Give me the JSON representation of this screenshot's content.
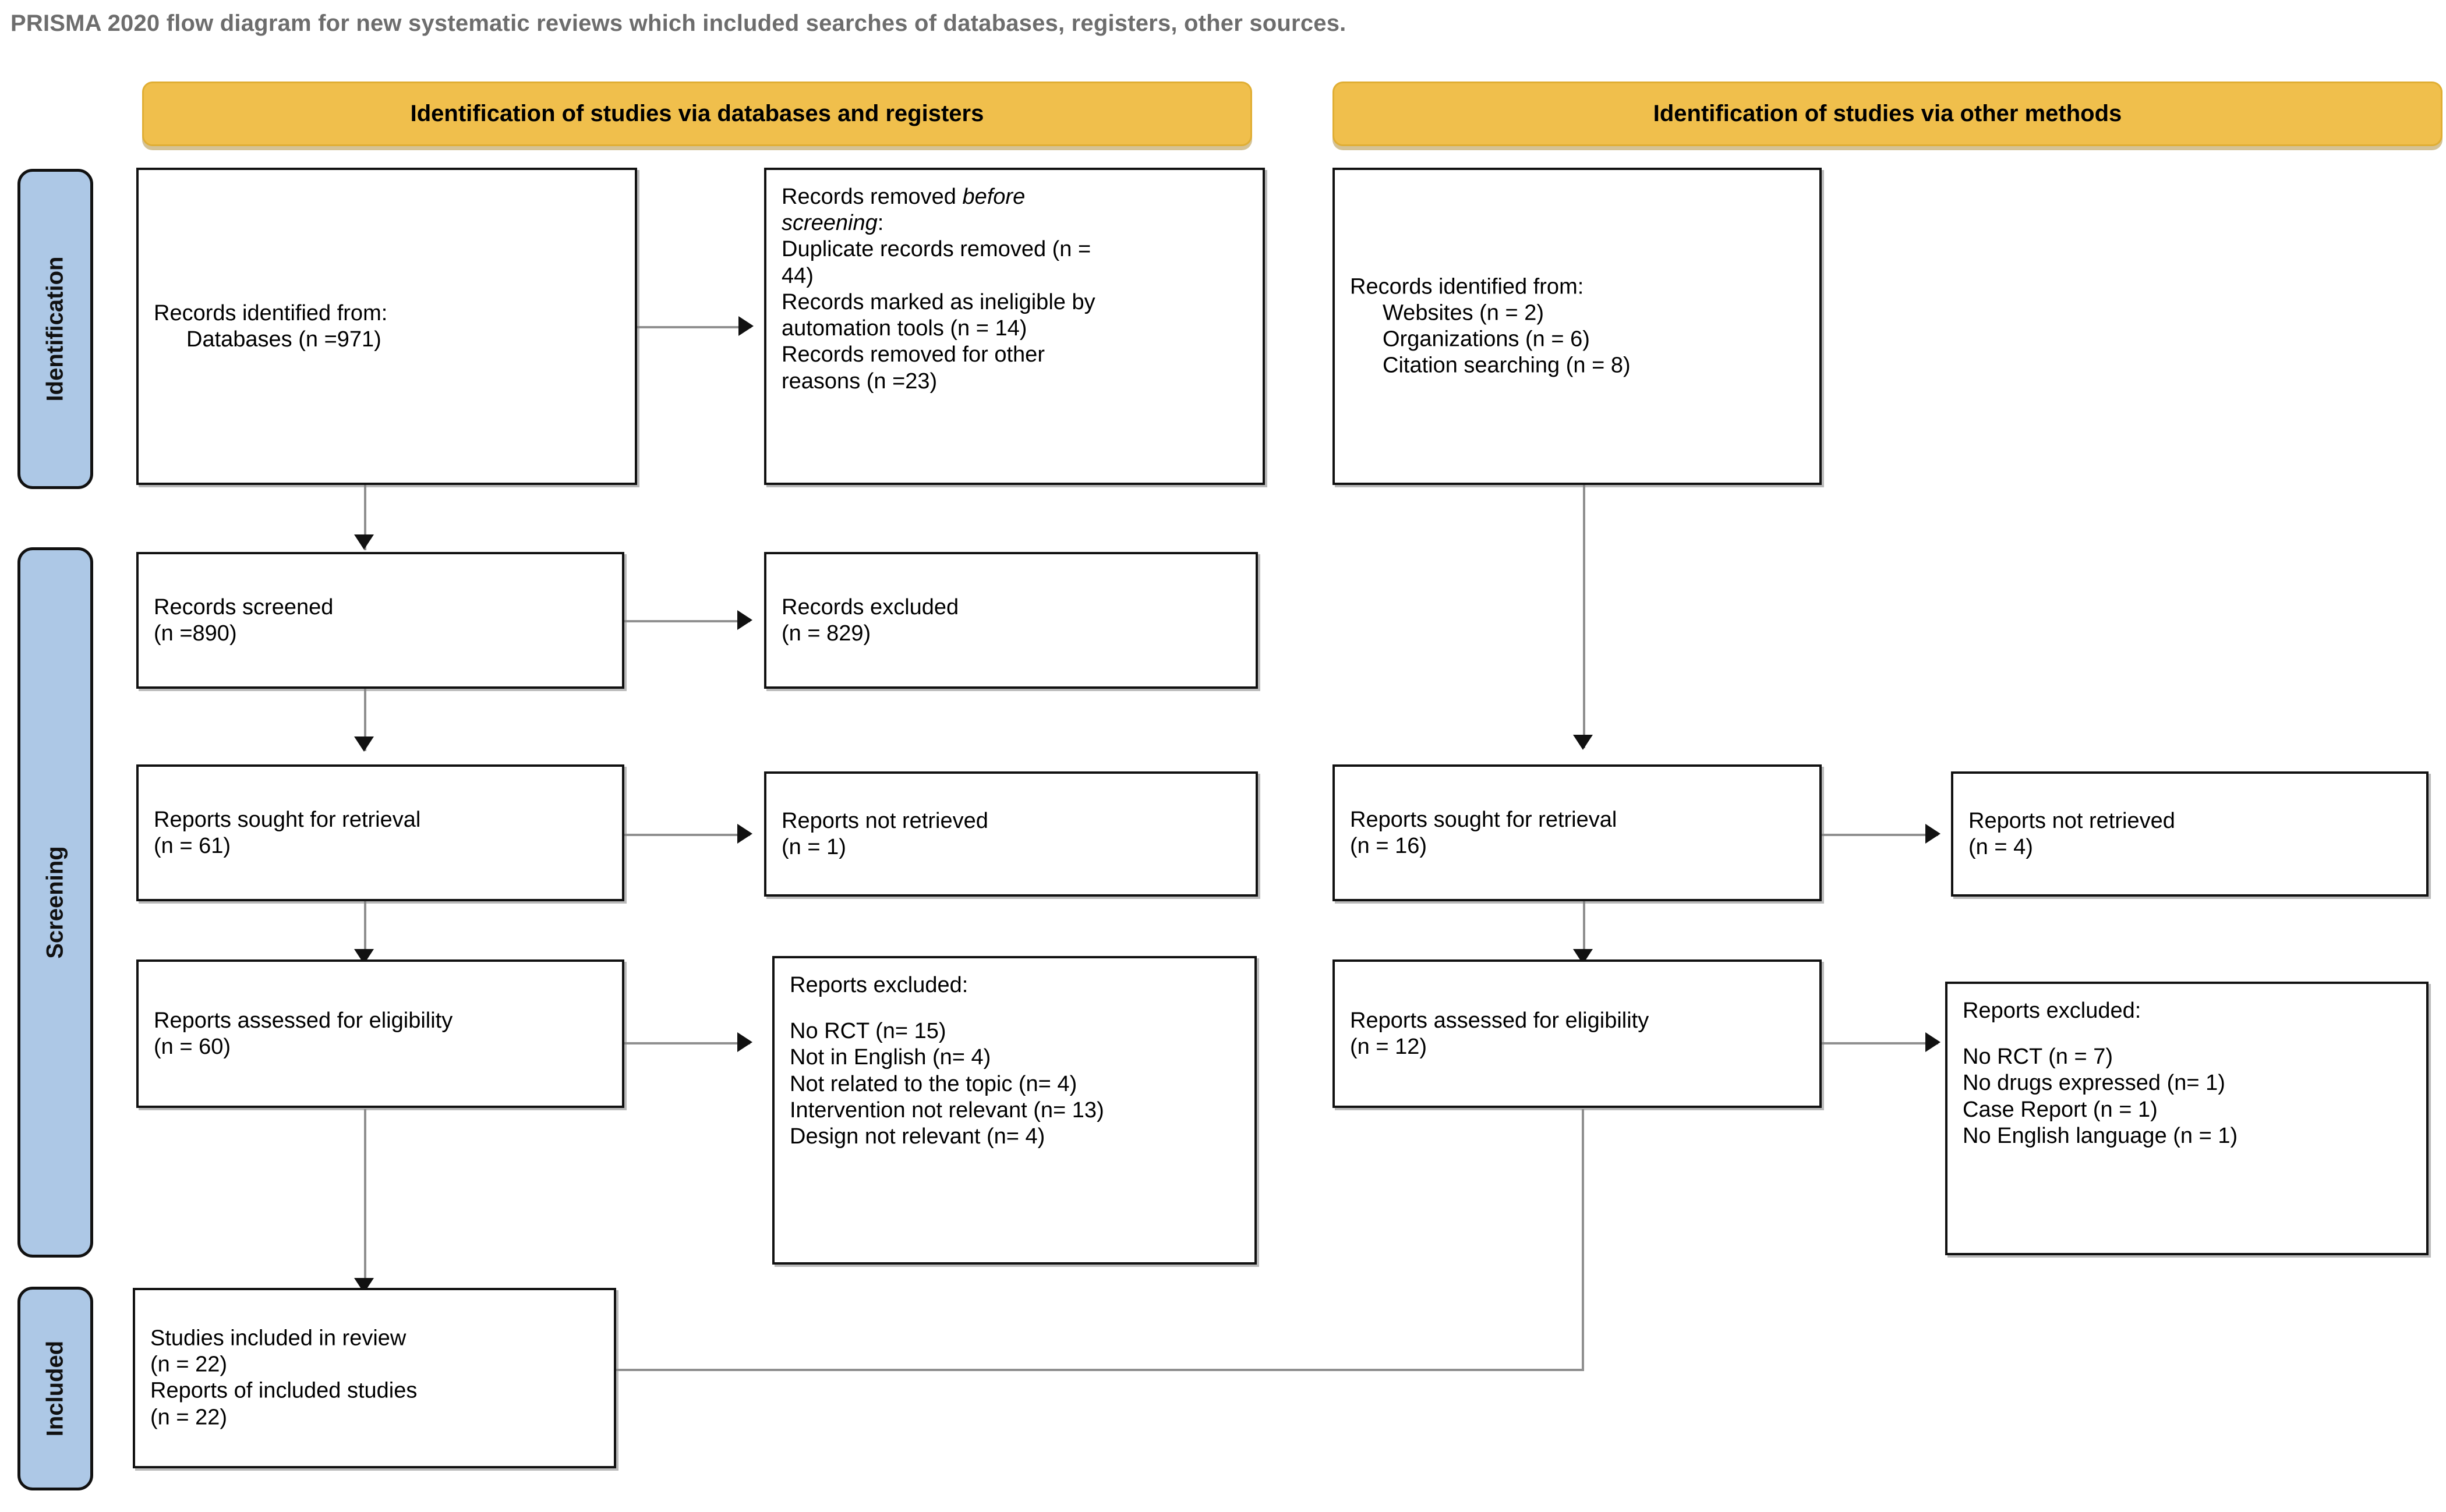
{
  "caption": "PRISMA 2020 flow diagram for new systematic reviews which included searches of databases, registers, other sources.",
  "banners": {
    "left": "Identification of studies via databases and registers",
    "right": "Identification of studies via other methods"
  },
  "phases": {
    "identification": "Identification",
    "screening": "Screening",
    "included": "Included"
  },
  "chart_data": {
    "type": "diagram",
    "title": "PRISMA 2020 flow diagram",
    "nodes": [
      {
        "id": "db-identified",
        "column": "databases",
        "phase": "Identification",
        "label": "Records identified from:\n    Databases (n =971)",
        "n": 971
      },
      {
        "id": "db-removed",
        "column": "databases",
        "phase": "Identification",
        "label": "Records removed before screening: Duplicate records removed (n = 44); Records marked as ineligible by automation tools (n = 14); Records removed for other reasons (n =23)"
      },
      {
        "id": "records-screened",
        "column": "databases",
        "phase": "Screening",
        "label": "Records screened (n =890)",
        "n": 890
      },
      {
        "id": "records-excluded",
        "column": "databases",
        "phase": "Screening",
        "label": "Records excluded (n = 829)",
        "n": 829
      },
      {
        "id": "sought-left",
        "column": "databases",
        "phase": "Screening",
        "label": "Reports sought for retrieval (n = 61)",
        "n": 61
      },
      {
        "id": "notretrieved-left",
        "column": "databases",
        "phase": "Screening",
        "label": "Reports not retrieved (n = 1)",
        "n": 1
      },
      {
        "id": "assessed-left",
        "column": "databases",
        "phase": "Screening",
        "label": "Reports assessed for eligibility (n = 60)",
        "n": 60
      },
      {
        "id": "excluded-left",
        "column": "databases",
        "phase": "Screening",
        "label": "Reports excluded: No RCT (n= 15); Not in English (n= 4); Not related to the topic (n= 4); Intervention not relevant (n= 13); Design not relevant (n= 4)"
      },
      {
        "id": "other-identified",
        "column": "other",
        "phase": "Identification",
        "label": "Records identified from: Websites (n = 2); Organizations (n = 6); Citation searching (n = 8)"
      },
      {
        "id": "sought-right",
        "column": "other",
        "phase": "Screening",
        "label": "Reports sought for retrieval (n = 16)",
        "n": 16
      },
      {
        "id": "notretrieved-right",
        "column": "other",
        "phase": "Screening",
        "label": "Reports not retrieved (n = 4)",
        "n": 4
      },
      {
        "id": "assessed-right",
        "column": "other",
        "phase": "Screening",
        "label": "Reports assessed for eligibility (n = 12)",
        "n": 12
      },
      {
        "id": "excluded-right",
        "column": "other",
        "phase": "Screening",
        "label": "Reports excluded: No RCT (n = 7); No drugs expressed (n= 1); Case Report (n = 1); No English language (n = 1)"
      },
      {
        "id": "included",
        "column": "merged",
        "phase": "Included",
        "label": "Studies included in review (n = 22); Reports of included studies (n = 22)",
        "n": 22
      }
    ],
    "counts": {
      "databases_records": 971,
      "duplicates_removed": 44,
      "ineligible_automation": 14,
      "removed_other_reasons": 23,
      "records_screened": 890,
      "records_excluded": 829,
      "reports_sought_db": 61,
      "reports_not_retrieved_db": 1,
      "reports_assessed_db": 60,
      "excluded_no_rct_db": 15,
      "excluded_not_english_db": 4,
      "excluded_not_related_db": 4,
      "excluded_intervention_db": 13,
      "excluded_design_db": 4,
      "websites": 2,
      "organizations": 6,
      "citation_searching": 8,
      "reports_sought_other": 16,
      "reports_not_retrieved_other": 4,
      "reports_assessed_other": 12,
      "excluded_no_rct_other": 7,
      "excluded_no_drugs_other": 1,
      "excluded_case_report_other": 1,
      "excluded_no_english_other": 1,
      "studies_included": 22,
      "reports_of_included_studies": 22
    }
  },
  "boxes": {
    "db_identified": {
      "l1": "Records identified from:",
      "l2": "Databases (n =971)"
    },
    "db_removed": {
      "l1a": "Records removed ",
      "l1b": "before",
      "l2": "screening",
      "l2b": ":",
      "l3": "Duplicate records removed (n =",
      "l4": "44)",
      "l5": "Records marked as ineligible by",
      "l6": "automation tools (n = 14)",
      "l7": "Records removed for other",
      "l8": "reasons (n =23)"
    },
    "records_screened": {
      "l1": "Records screened",
      "l2": "(n =890)"
    },
    "records_excluded": {
      "l1": "Records excluded",
      "l2": "(n = 829)"
    },
    "sought_left": {
      "l1": "Reports sought for retrieval",
      "l2": "(n = 61)"
    },
    "notretrieved_left": {
      "l1": "Reports not retrieved",
      "l2": "(n = 1)"
    },
    "assessed_left": {
      "l1": "Reports assessed for eligibility",
      "l2": "(n = 60)"
    },
    "excluded_left": {
      "title": "Reports excluded:",
      "l1": "No RCT (n= 15)",
      "l2": "Not in English (n= 4)",
      "l3": "Not related to the topic (n= 4)",
      "l4": "Intervention not relevant (n= 13)",
      "l5": "Design not relevant (n= 4)"
    },
    "other_identified": {
      "l1": "Records identified from:",
      "l2": "Websites (n = 2)",
      "l3": "Organizations (n = 6)",
      "l4": "Citation searching (n = 8)"
    },
    "sought_right": {
      "l1": "Reports sought for retrieval",
      "l2": "(n = 16)"
    },
    "notretrieved_right": {
      "l1": "Reports not retrieved",
      "l2": "(n = 4)"
    },
    "assessed_right": {
      "l1": "Reports assessed for eligibility",
      "l2": "(n = 12)"
    },
    "excluded_right": {
      "title": "Reports excluded:",
      "l1": "No RCT (n = 7)",
      "l2": "No drugs expressed (n= 1)",
      "l3": "Case Report (n = 1)",
      "l4": "No English language (n = 1)"
    },
    "included": {
      "l1": "Studies included in review",
      "l2": "(n = 22)",
      "l3": "Reports of included studies",
      "l4": "(n = 22)"
    }
  },
  "colors": {
    "banner_fill": "#f0bf4c",
    "rail_fill": "#adc8e6",
    "box_border": "#111111",
    "connector": "#8f8f8f",
    "caption_text": "#6d6d6d"
  }
}
